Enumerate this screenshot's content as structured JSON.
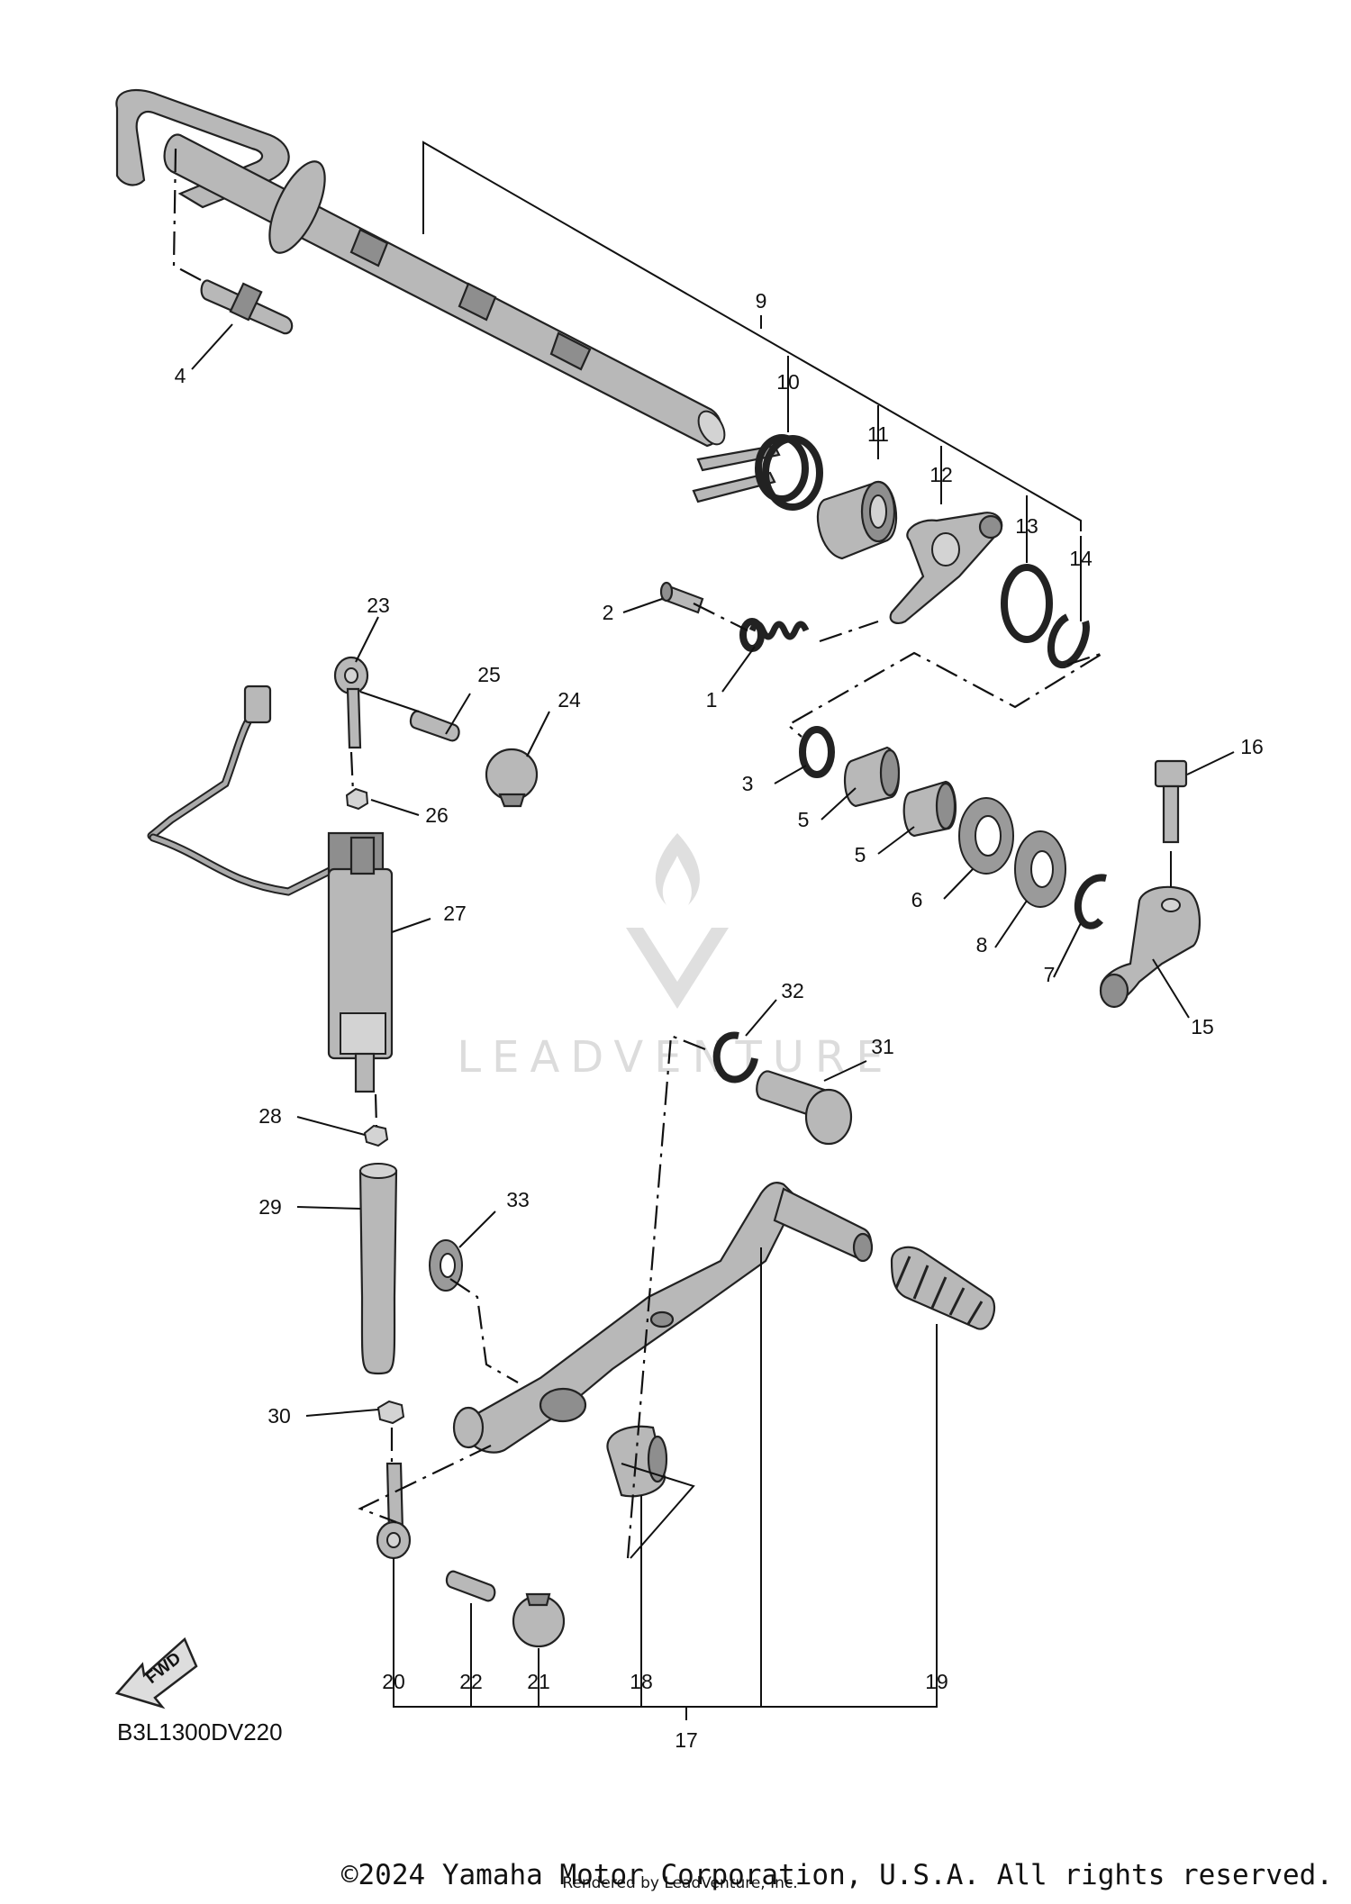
{
  "diagram": {
    "labels": [
      {
        "id": "1",
        "text": "1"
      },
      {
        "id": "2",
        "text": "2"
      },
      {
        "id": "3",
        "text": "3"
      },
      {
        "id": "4",
        "text": "4"
      },
      {
        "id": "5a",
        "text": "5"
      },
      {
        "id": "5b",
        "text": "5"
      },
      {
        "id": "6",
        "text": "6"
      },
      {
        "id": "7",
        "text": "7"
      },
      {
        "id": "8",
        "text": "8"
      },
      {
        "id": "9",
        "text": "9"
      },
      {
        "id": "10",
        "text": "10"
      },
      {
        "id": "11",
        "text": "11"
      },
      {
        "id": "12",
        "text": "12"
      },
      {
        "id": "13",
        "text": "13"
      },
      {
        "id": "14",
        "text": "14"
      },
      {
        "id": "15",
        "text": "15"
      },
      {
        "id": "16",
        "text": "16"
      },
      {
        "id": "17",
        "text": "17"
      },
      {
        "id": "18",
        "text": "18"
      },
      {
        "id": "19",
        "text": "19"
      },
      {
        "id": "20",
        "text": "20"
      },
      {
        "id": "21",
        "text": "21"
      },
      {
        "id": "22",
        "text": "22"
      },
      {
        "id": "23",
        "text": "23"
      },
      {
        "id": "24",
        "text": "24"
      },
      {
        "id": "25",
        "text": "25"
      },
      {
        "id": "26",
        "text": "26"
      },
      {
        "id": "27",
        "text": "27"
      },
      {
        "id": "28",
        "text": "28"
      },
      {
        "id": "29",
        "text": "29"
      },
      {
        "id": "30",
        "text": "30"
      },
      {
        "id": "31",
        "text": "31"
      },
      {
        "id": "32",
        "text": "32"
      },
      {
        "id": "33",
        "text": "33"
      }
    ],
    "fwd_arrow": "FWD",
    "diagram_code": "B3L1300DV220",
    "watermark": "LEADVENTURE"
  },
  "footer": {
    "copyright": "©2024 Yamaha Motor Corporation, U.S.A. All rights reserved.",
    "rendered_by": "Rendered by LeadVenture, Inc."
  }
}
